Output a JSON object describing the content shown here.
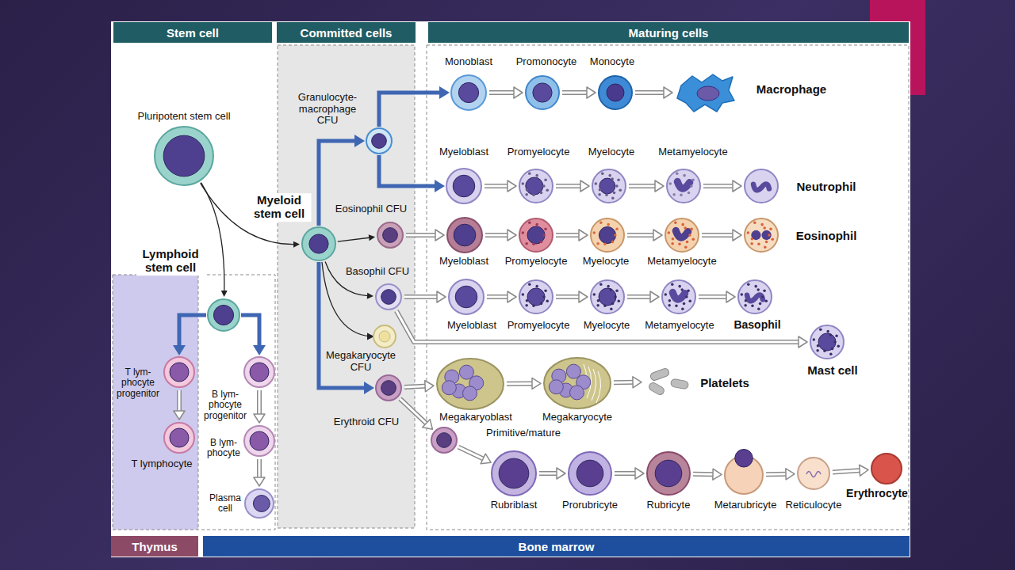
{
  "diagram": {
    "nodes": [
      {
        "text": [
          "Stem cell"
        ]
      },
      {
        "text": [
          "Committed cells"
        ]
      },
      {
        "text": [
          "Maturing cells"
        ]
      },
      {
        "text": [
          "Pluripotent stem cell"
        ]
      },
      {
        "text": [
          "Lymphoid stem cell"
        ]
      },
      {
        "text": [
          "T lym- phocyte progenitor"
        ]
      },
      {
        "text": [
          "T lymphocyte"
        ]
      },
      {
        "text": [
          "B lym- phocyte progenitor"
        ]
      },
      {
        "text": [
          "B lym- phocyte"
        ]
      },
      {
        "text": [
          "Plasma cell"
        ]
      },
      {
        "text": [
          "Myeloid stem cell"
        ]
      },
      {
        "text": [
          "Granulocyte- macrophage CFU"
        ]
      },
      {
        "text": [
          "Eosinophil CFU"
        ]
      },
      {
        "text": [
          "Basophil CFU"
        ]
      },
      {
        "text": [
          "Megakaryocyte CFU"
        ]
      },
      {
        "text": [
          "Erythroid CFU"
        ]
      },
      {
        "text": [
          "Monoblast"
        ]
      },
      {
        "text": [
          "Promonocyte"
        ]
      },
      {
        "text": [
          "Monocyte"
        ]
      },
      {
        "text": [
          "Macrophage"
        ]
      },
      {
        "text": [
          "Myeloblast"
        ]
      },
      {
        "text": [
          "Promyelocyte"
        ]
      },
      {
        "text": [
          "Myelocyte"
        ]
      },
      {
        "text": [
          "Metamyelocyte"
        ]
      },
      {
        "text": [
          "Neutrophil"
        ]
      },
      {
        "text": [
          "Myeloblast"
        ]
      },
      {
        "text": [
          "Promyelocyte"
        ]
      },
      {
        "text": [
          "Myelocyte"
        ]
      },
      {
        "text": [
          "Metamyelocyte"
        ]
      },
      {
        "text": [
          "Eosinophil"
        ]
      },
      {
        "text": [
          "Myeloblast"
        ]
      },
      {
        "text": [
          "Promyelocyte"
        ]
      },
      {
        "text": [
          "Myelocyte"
        ]
      },
      {
        "text": [
          "Metamyelocyte"
        ]
      },
      {
        "text": [
          "Basophil"
        ]
      },
      {
        "text": [
          "Mast cell"
        ]
      },
      {
        "text": [
          "Megakaryoblast"
        ]
      },
      {
        "text": [
          "Megakaryocyte"
        ]
      },
      {
        "text": [
          "Platelets"
        ]
      },
      {
        "text": [
          "Rubriblast"
        ]
      },
      {
        "text": [
          "Prorubricyte"
        ]
      },
      {
        "text": [
          "Rubricyte"
        ]
      },
      {
        "text": [
          "Metarubricyte"
        ]
      },
      {
        "text": [
          "Reticulocyte"
        ]
      },
      {
        "text": [
          "Erythrocyte"
        ]
      },
      {
        "text": [
          "Thymus"
        ]
      },
      {
        "text": [
          "Bone marrow"
        ]
      }
    ],
    "edges": [
      {
        "from": 3,
        "to": 10,
        "arrow": "to"
      },
      {
        "from": 3,
        "to": 4,
        "arrow": "to"
      },
      {
        "from": 4,
        "to": 5,
        "arrow": "to"
      },
      {
        "from": 4,
        "to": 7,
        "arrow": "to"
      },
      {
        "from": 5,
        "to": 6,
        "arrow": "to"
      },
      {
        "from": 7,
        "to": 8,
        "arrow": "to"
      },
      {
        "from": 8,
        "to": 9,
        "arrow": "to"
      },
      {
        "from": 10,
        "to": 11,
        "arrow": "to"
      },
      {
        "from": 10,
        "to": 12,
        "arrow": "to"
      },
      {
        "from": 10,
        "to": 13,
        "arrow": "to"
      },
      {
        "from": 10,
        "to": 14,
        "arrow": "to"
      },
      {
        "from": 11,
        "to": 16,
        "arrow": "to"
      },
      {
        "from": 11,
        "to": 20,
        "arrow": "to"
      },
      {
        "from": 16,
        "to": 17,
        "arrow": "to"
      },
      {
        "from": 17,
        "to": 18,
        "arrow": "to"
      },
      {
        "from": 18,
        "to": 19,
        "arrow": "to"
      },
      {
        "from": 20,
        "to": 21,
        "arrow": "to"
      },
      {
        "from": 21,
        "to": 22,
        "arrow": "to"
      },
      {
        "from": 22,
        "to": 23,
        "arrow": "to"
      },
      {
        "from": 23,
        "to": 24,
        "arrow": "to"
      },
      {
        "from": 12,
        "to": 25,
        "arrow": "to"
      },
      {
        "from": 25,
        "to": 26,
        "arrow": "to"
      },
      {
        "from": 26,
        "to": 27,
        "arrow": "to"
      },
      {
        "from": 27,
        "to": 28,
        "arrow": "to"
      },
      {
        "from": 28,
        "to": 29,
        "arrow": "to"
      },
      {
        "from": 13,
        "to": 30,
        "arrow": "to"
      },
      {
        "from": 30,
        "to": 31,
        "arrow": "to"
      },
      {
        "from": 31,
        "to": 32,
        "arrow": "to"
      },
      {
        "from": 32,
        "to": 33,
        "arrow": "to"
      },
      {
        "from": 33,
        "to": 34,
        "arrow": "to"
      },
      {
        "from": 13,
        "to": 35,
        "arrow": "to"
      },
      {
        "from": 14,
        "to": 36,
        "arrow": "to"
      },
      {
        "from": 36,
        "to": 37,
        "arrow": "to"
      },
      {
        "from": 37,
        "to": 38,
        "arrow": "to"
      },
      {
        "from": 14,
        "to": 15,
        "arrow": "to"
      },
      {
        "from": 15,
        "to": 39,
        "arrow": "to"
      },
      {
        "from": 39,
        "to": 40,
        "arrow": "to"
      },
      {
        "from": 40,
        "to": 41,
        "arrow": "to"
      },
      {
        "from": 41,
        "to": 42,
        "arrow": "to"
      },
      {
        "from": 42,
        "to": 43,
        "arrow": "to"
      },
      {
        "from": 43,
        "to": 44,
        "arrow": "to"
      }
    ],
    "labels": [
      "Primitive/mature"
    ]
  }
}
